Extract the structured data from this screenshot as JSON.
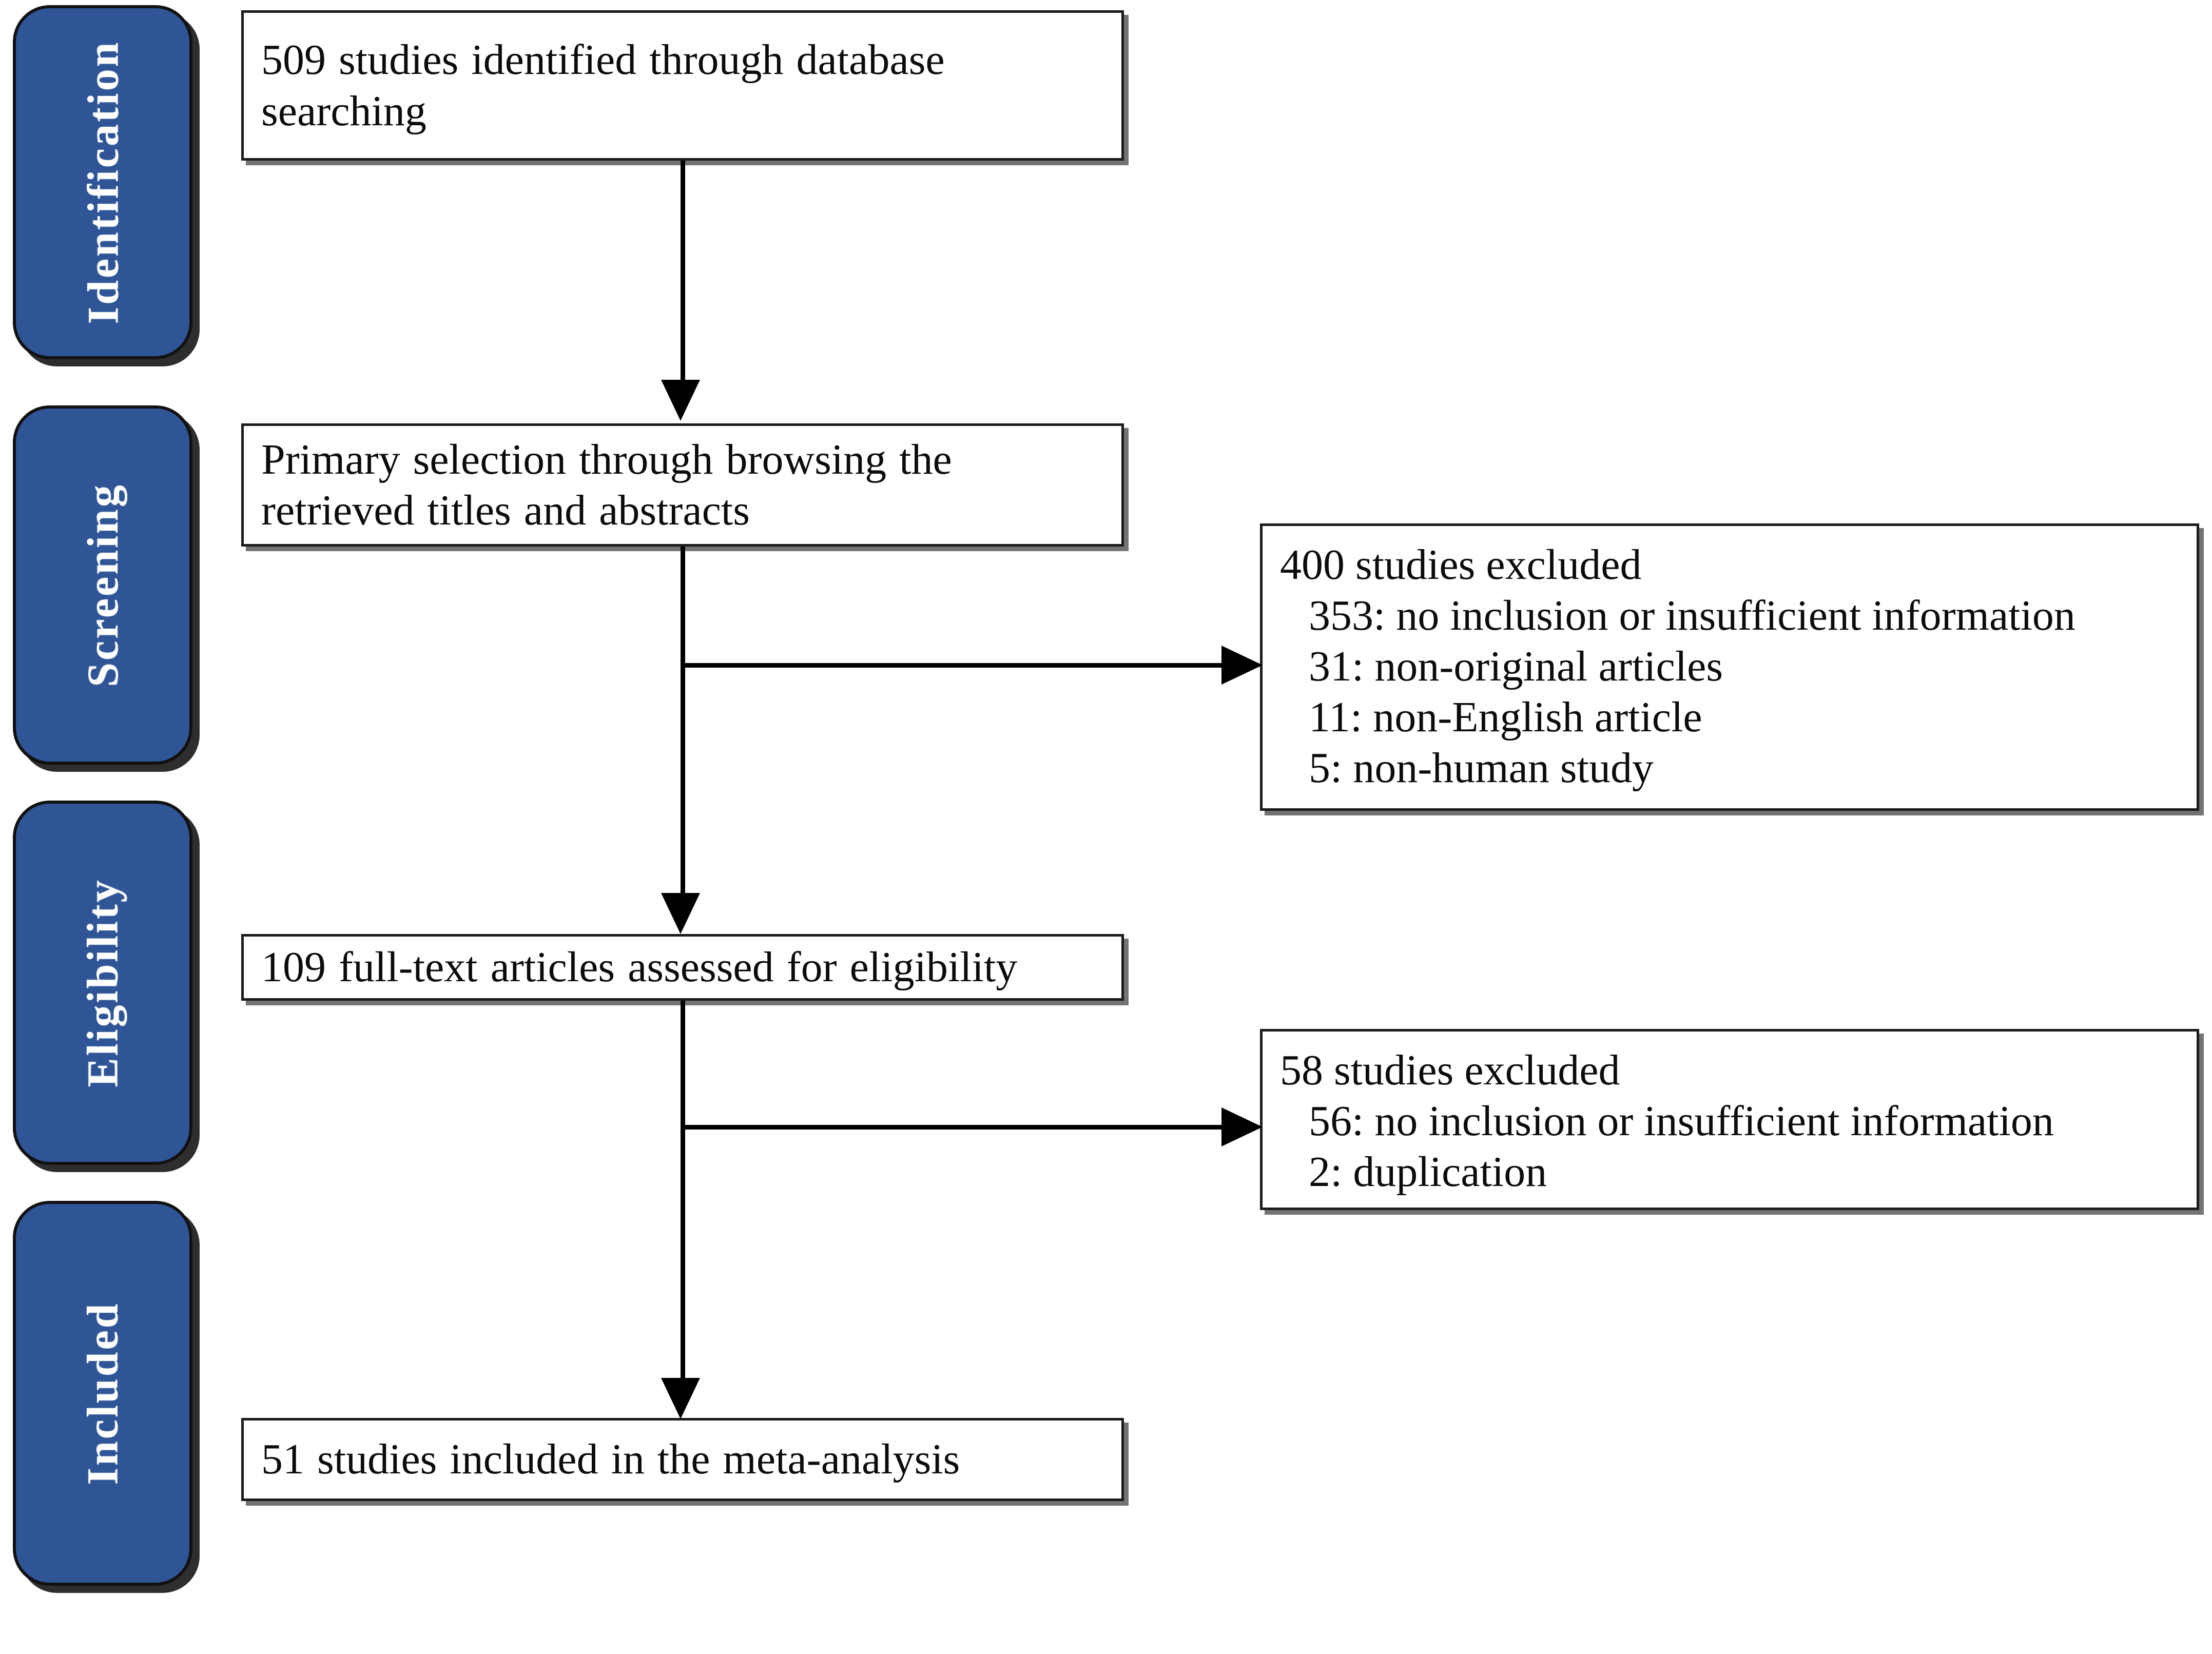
{
  "diagram": {
    "type": "prisma-flow-diagram",
    "accent_color": "#2F5597",
    "box_border_color": "#1b1b1b",
    "connector_color": "#000000",
    "background_color": "#ffffff"
  },
  "stages": [
    {
      "id": "identification",
      "label": "Identification"
    },
    {
      "id": "screening",
      "label": "Screening"
    },
    {
      "id": "eligibility",
      "label": "Eligibility"
    },
    {
      "id": "included",
      "label": "Included"
    }
  ],
  "flow_boxes": [
    {
      "id": "identified",
      "stage": "identification",
      "text": "509 studies identified through database searching",
      "count": 509
    },
    {
      "id": "primary-selection",
      "stage": "screening",
      "text": "Primary selection through browsing the retrieved titles and abstracts"
    },
    {
      "id": "full-text-assessed",
      "stage": "eligibility",
      "text": "109 full-text articles assessed for eligibility",
      "count": 109
    },
    {
      "id": "included-meta-analysis",
      "stage": "included",
      "text": "51 studies included in the meta-analysis",
      "count": 51
    }
  ],
  "exclusion_boxes": [
    {
      "id": "screening-excluded",
      "stage": "screening",
      "heading": "400 studies excluded",
      "count": 400,
      "reasons": [
        "353: no inclusion or insufficient information",
        "31: non-original articles",
        "11: non-English article",
        "5: non-human study"
      ]
    },
    {
      "id": "eligibility-excluded",
      "stage": "eligibility",
      "heading": "58 studies excluded",
      "count": 58,
      "reasons": [
        "56: no inclusion or insufficient information",
        "2: duplication"
      ]
    }
  ]
}
